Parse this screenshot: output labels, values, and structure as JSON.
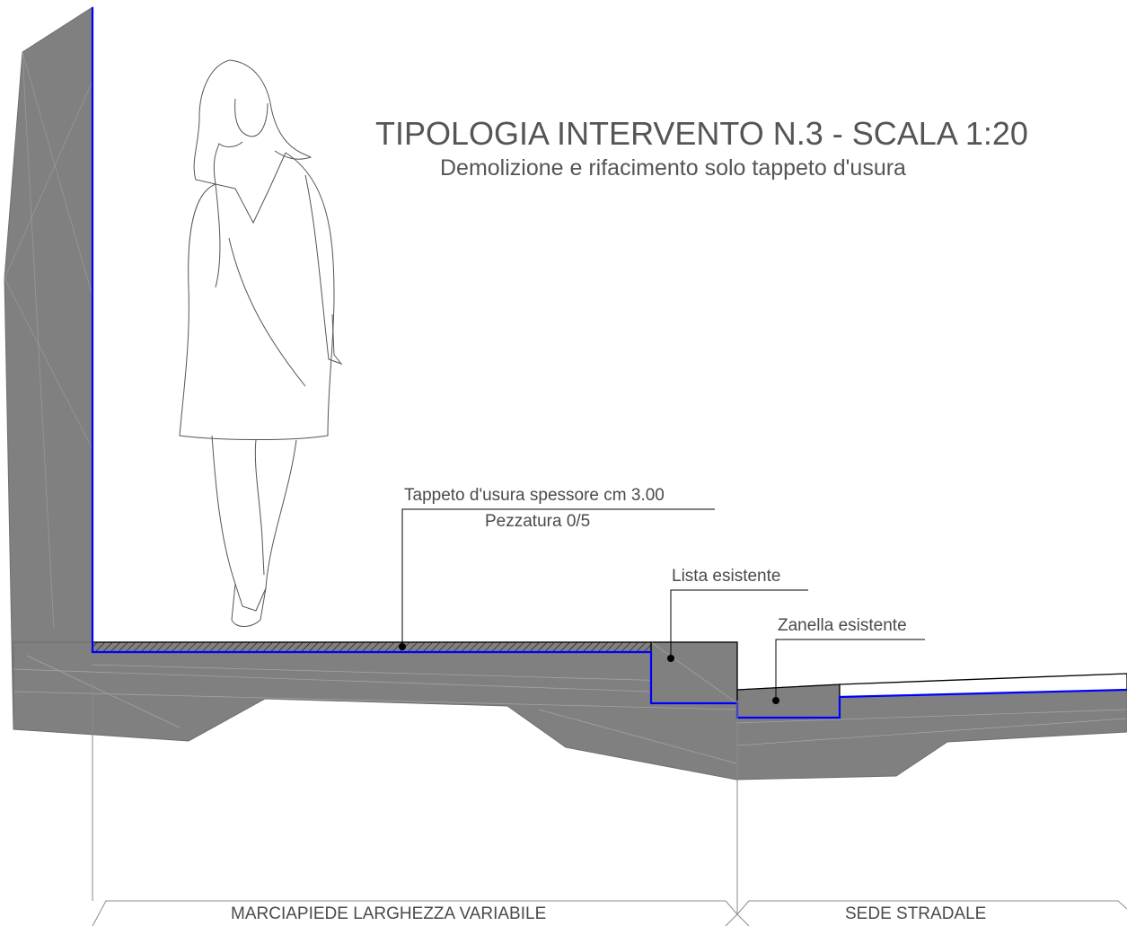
{
  "title": "TIPOLOGIA INTERVENTO N.3 - SCALA 1:20",
  "subtitle": "Demolizione e rifacimento solo tappeto d'usura",
  "callouts": {
    "tappeto_line1": "Tappeto d'usura spessore cm 3.00",
    "tappeto_line2": "Pezzatura 0/5",
    "lista": "Lista esistente",
    "zanella": "Zanella esistente"
  },
  "dimensions": {
    "marciapiede": "MARCIAPIEDE LARGHEZZA VARIABILE",
    "sede_stradale": "SEDE STRADALE"
  },
  "colors": {
    "ground_fill": "#808080",
    "outline": "#000000",
    "intervention_line": "#0000ff",
    "figure_line": "#555555"
  }
}
